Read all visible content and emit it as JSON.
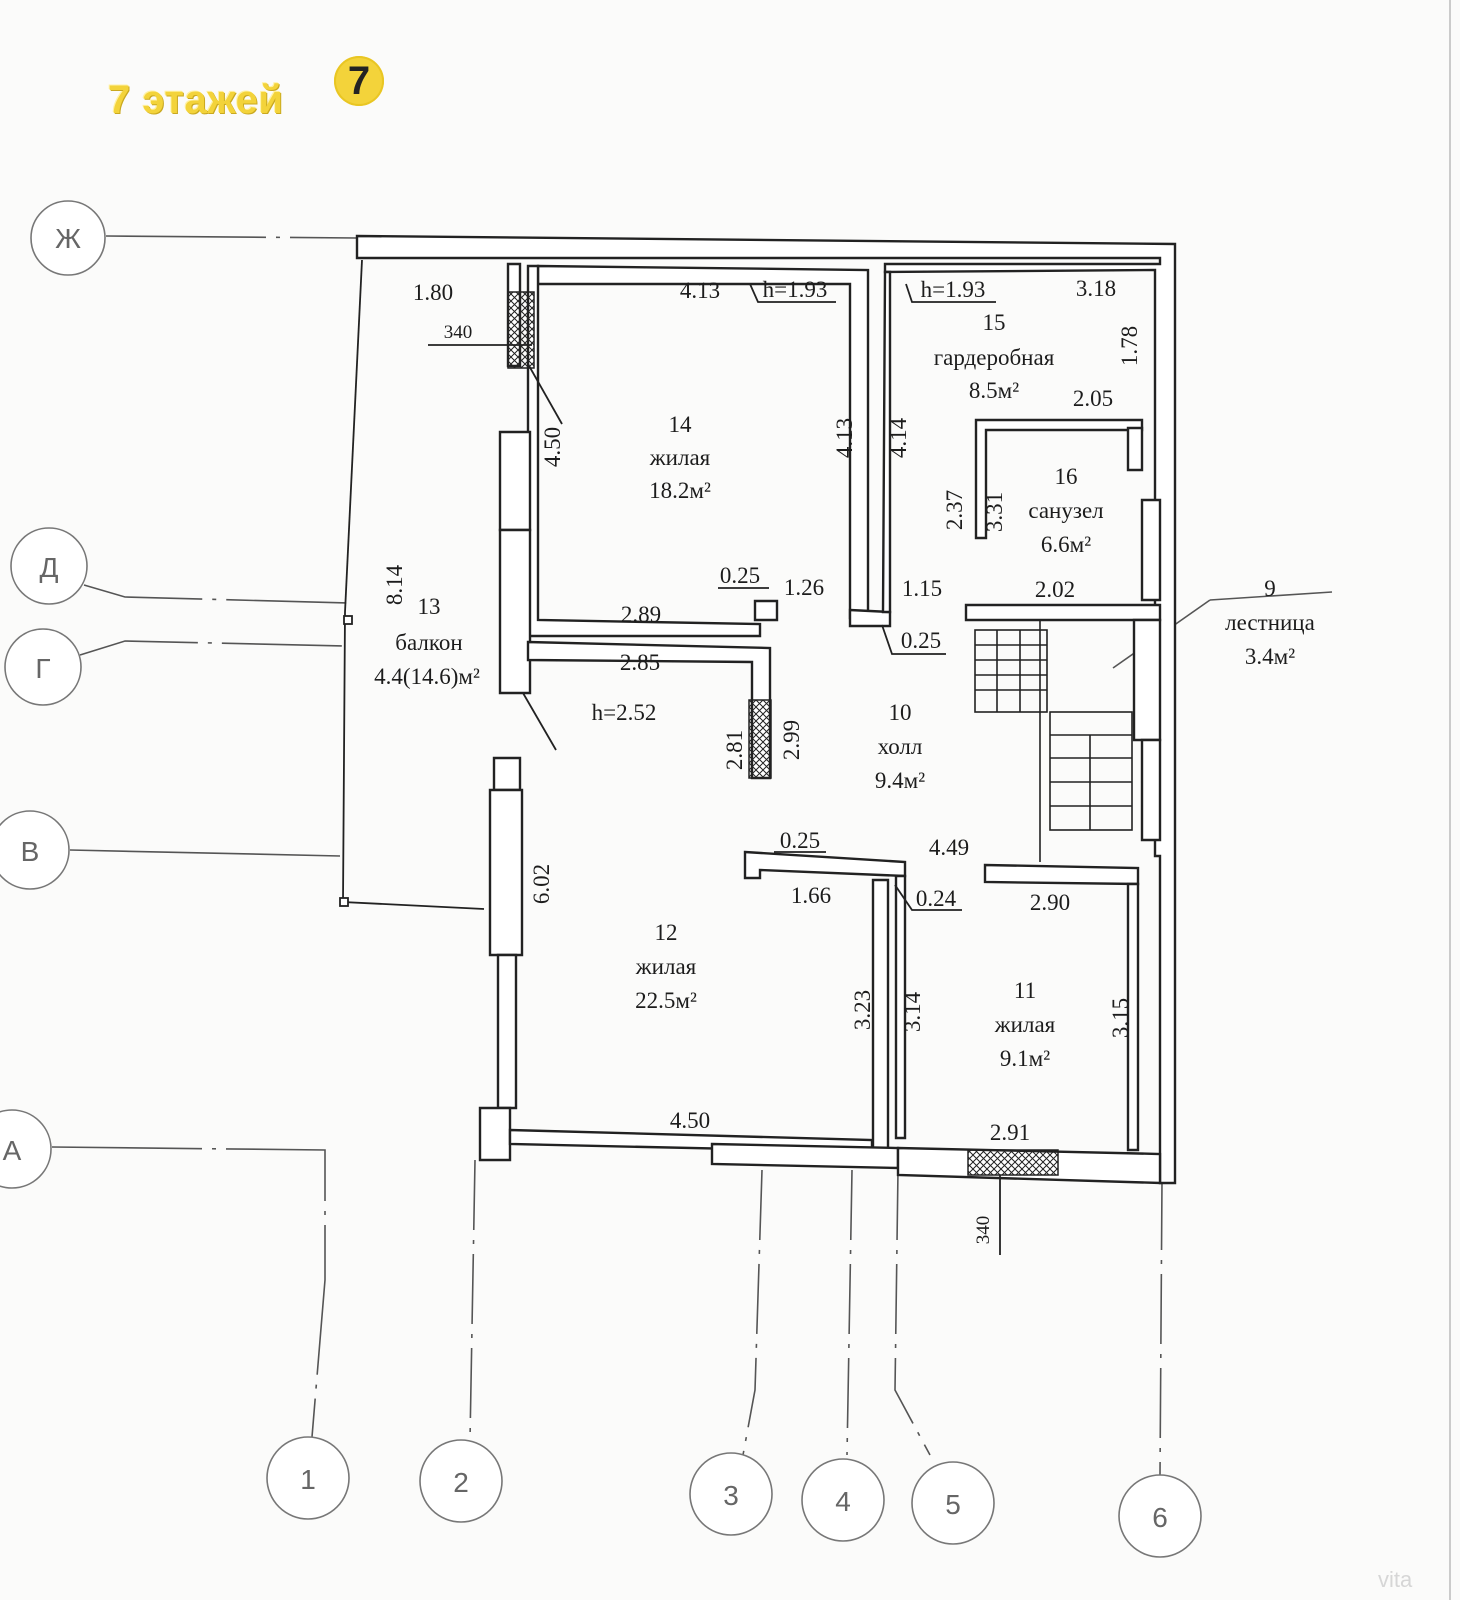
{
  "brand": {
    "text": "7 этажей",
    "logo": "7",
    "color": "#f3d33a"
  },
  "watermark": "vita",
  "axes": {
    "letters": [
      "Ж",
      "Д",
      "Г",
      "В",
      "А"
    ],
    "numbers": [
      "1",
      "2",
      "3",
      "4",
      "5",
      "6"
    ]
  },
  "rooms": [
    {
      "id": "r14",
      "number": "14",
      "name": "жилая",
      "area": "18.2м²"
    },
    {
      "id": "r15",
      "number": "15",
      "name": "гардеробная",
      "area": "8.5м²"
    },
    {
      "id": "r16",
      "number": "16",
      "name": "санузел",
      "area": "6.6м²"
    },
    {
      "id": "r13",
      "number": "13",
      "name": "балкон",
      "area": "4.4(14.6)м²"
    },
    {
      "id": "r10",
      "number": "10",
      "name": "холл",
      "area": "9.4м²"
    },
    {
      "id": "r9",
      "number": "9",
      "name": "лестница",
      "area": "3.4м²"
    },
    {
      "id": "r12",
      "number": "12",
      "name": "жилая",
      "area": "22.5м²"
    },
    {
      "id": "r11",
      "number": "11",
      "name": "жилая",
      "area": "9.1м²"
    }
  ],
  "heights": [
    "h=1.93",
    "h=1.93",
    "h=2.52"
  ],
  "dimensions": {
    "d_180": "1.80",
    "d_340a": "340",
    "d_413a": "4.13",
    "d_318": "3.18",
    "d_178": "1.78",
    "d_205": "2.05",
    "d_450v": "4.50",
    "d_413v": "4.13",
    "d_414": "4.14",
    "d_237": "2.37",
    "d_331": "3.31",
    "d_814": "8.14",
    "d_025a": "0.25",
    "d_126": "1.26",
    "d_115": "1.15",
    "d_202": "2.02",
    "d_289": "2.89",
    "d_025b": "0.25",
    "d_285": "2.85",
    "d_281": "2.81",
    "d_299": "2.99",
    "d_025c": "0.25",
    "d_449": "4.49",
    "d_602": "6.02",
    "d_166": "1.66",
    "d_024": "0.24",
    "d_290": "2.90",
    "d_323": "3.23",
    "d_314": "3.14",
    "d_315": "3.15",
    "d_450h": "4.50",
    "d_291": "2.91",
    "d_340b": "340"
  }
}
